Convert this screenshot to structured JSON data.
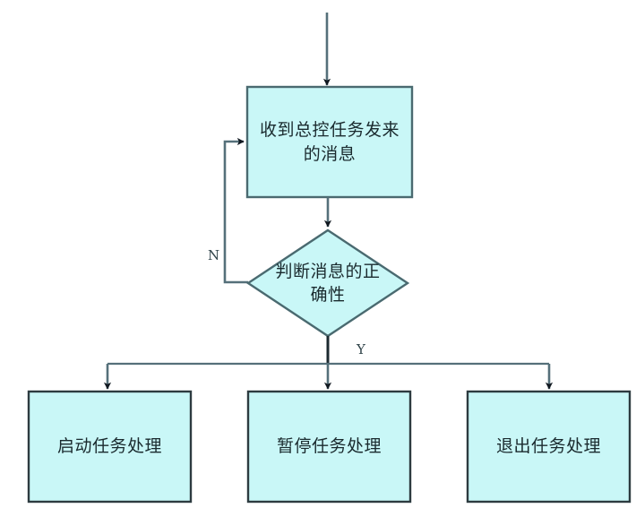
{
  "diagram": {
    "type": "flowchart",
    "title": "",
    "colors": {
      "node_fill": "#c9f7f7",
      "node_stroke": "#4a6a70",
      "connector": "#55707a",
      "arrowhead": "#101820",
      "text": "#1a2a2e",
      "background": "#ffffff"
    },
    "nodes": [
      {
        "id": "entry",
        "shape": "arrow-in",
        "label": ""
      },
      {
        "id": "receive-message",
        "shape": "rectangle",
        "label": "收到总控任务发来\n的消息"
      },
      {
        "id": "validate-message",
        "shape": "diamond",
        "label": "判断消息的正\n确性"
      },
      {
        "id": "start-task",
        "shape": "rectangle",
        "label": "启动任务处理"
      },
      {
        "id": "pause-task",
        "shape": "rectangle",
        "label": "暂停任务处理"
      },
      {
        "id": "exit-task",
        "shape": "rectangle",
        "label": "退出任务处理"
      }
    ],
    "edges": [
      {
        "id": "entry-to-receive",
        "from": "entry",
        "to": "receive-message",
        "label": ""
      },
      {
        "id": "receive-to-validate",
        "from": "receive-message",
        "to": "validate-message",
        "label": ""
      },
      {
        "id": "validate-no-loop",
        "from": "validate-message",
        "to": "receive-message",
        "label": "N"
      },
      {
        "id": "validate-yes",
        "from": "validate-message",
        "to": "branch-bus",
        "label": "Y"
      },
      {
        "id": "bus-to-start",
        "from": "branch-bus",
        "to": "start-task",
        "label": ""
      },
      {
        "id": "bus-to-pause",
        "from": "branch-bus",
        "to": "pause-task",
        "label": ""
      },
      {
        "id": "bus-to-exit",
        "from": "branch-bus",
        "to": "exit-task",
        "label": ""
      }
    ],
    "branch_labels": {
      "no": "N",
      "yes": "Y"
    }
  }
}
